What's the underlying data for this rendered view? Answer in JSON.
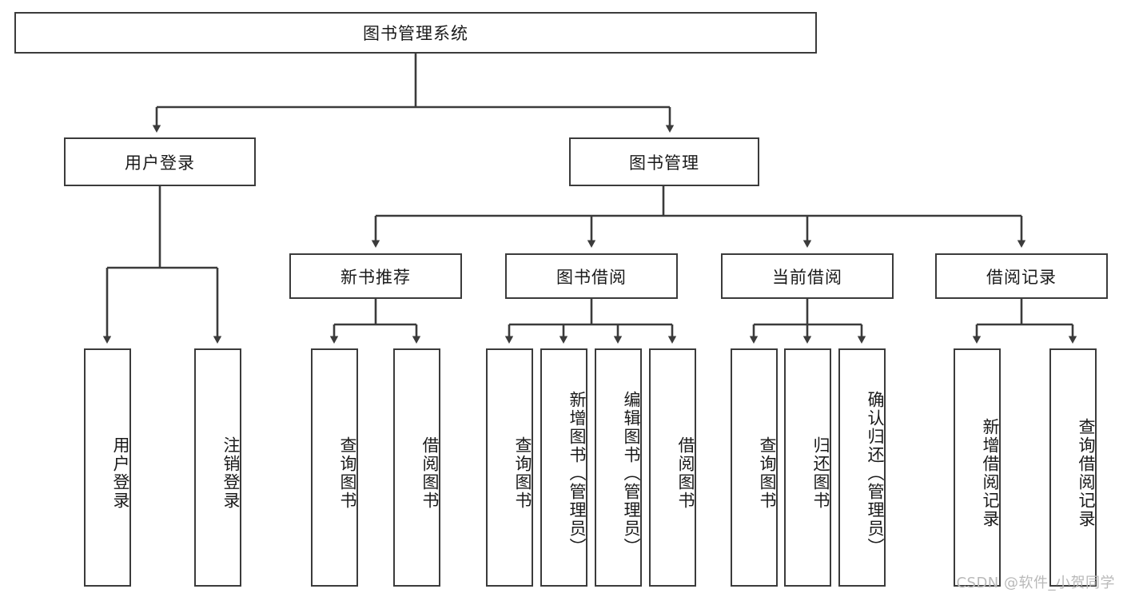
{
  "diagram": {
    "type": "tree",
    "title": "图书管理系统",
    "colors": {
      "border": "#3b3b3b",
      "box_fill": "#ffffff",
      "text": "#1a1a1a",
      "edge": "#3b3b3b",
      "watermark": "#b9b9b9",
      "background": "#ffffff"
    },
    "root": {
      "label": "图书管理系统"
    },
    "level1": [
      {
        "label": "用户登录"
      },
      {
        "label": "图书管理"
      }
    ],
    "level2": [
      {
        "label": "新书推荐"
      },
      {
        "label": "图书借阅"
      },
      {
        "label": "当前借阅"
      },
      {
        "label": "借阅记录"
      }
    ],
    "leaves": {
      "user_login": [
        {
          "label": "用户登录"
        },
        {
          "label": "注销登录"
        }
      ],
      "new_book_recommend": [
        {
          "label": "查询图书"
        },
        {
          "label": "借阅图书"
        }
      ],
      "book_borrow": [
        {
          "label": "查询图书"
        },
        {
          "label": "新增图书（管理员）"
        },
        {
          "label": "编辑图书（管理员）"
        },
        {
          "label": "借阅图书"
        }
      ],
      "current_borrow": [
        {
          "label": "查询图书"
        },
        {
          "label": "归还图书"
        },
        {
          "label": "确认归还（管理员）"
        }
      ],
      "borrow_record": [
        {
          "label": "新增借阅记录"
        },
        {
          "label": "查询借阅记录"
        }
      ]
    }
  },
  "watermark": {
    "text": "CSDN @软件_小贺同学"
  }
}
